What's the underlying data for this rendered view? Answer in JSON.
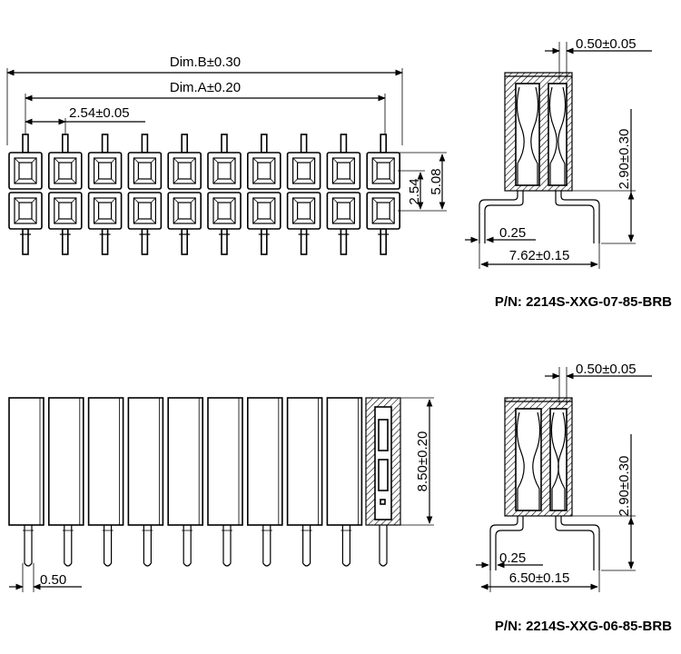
{
  "views": {
    "top_front": {
      "dim_b": "Dim.B±0.30",
      "dim_a": "Dim.A±0.20",
      "pitch": "2.54±0.05",
      "row_pitch": "2.54",
      "row_span": "5.08",
      "columns": 10,
      "rows": 2
    },
    "top_side": {
      "pin_width": "0.50±0.05",
      "height": "2.90±0.30",
      "pin_thickness": "0.25",
      "width": "7.62±0.15",
      "part_number": "P/N: 2214S-XXG-07-85-BRB"
    },
    "bottom_front": {
      "height": "8.50±0.20",
      "pin_width": "0.50",
      "columns": 10
    },
    "bottom_side": {
      "pin_width": "0.50±0.05",
      "height": "2.90±0.30",
      "pin_thickness": "0.25",
      "width": "6.50±0.15",
      "part_number": "P/N: 2214S-XXG-06-85-BRB"
    }
  }
}
